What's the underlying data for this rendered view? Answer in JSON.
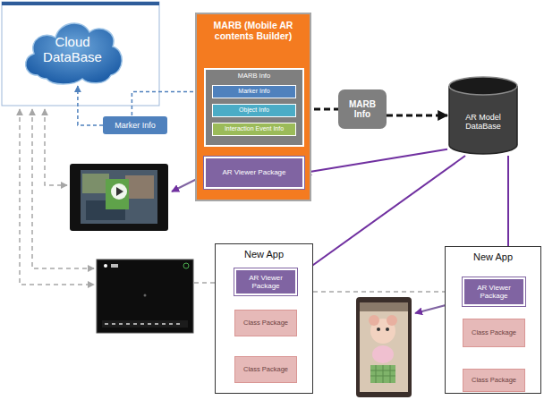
{
  "diagram": {
    "nodes": [
      {
        "text": [
          "Cloud DataBase"
        ]
      },
      {
        "text": [
          "MARB (Mobile AR contents Builder)"
        ]
      },
      {
        "text": [
          "MARB Info"
        ],
        "in": 1
      },
      {
        "text": [
          "Marker Info"
        ],
        "in": 2
      },
      {
        "text": [
          "Object Info"
        ],
        "in": 2
      },
      {
        "text": [
          "Interaction Event Info"
        ],
        "in": 2
      },
      {
        "text": [
          "AR Viewer Package"
        ],
        "in": 1
      },
      {
        "text": [
          "Marker Info"
        ]
      },
      {
        "text": [
          "MARB Info"
        ]
      },
      {
        "text": [
          "AR Model DataBase"
        ]
      },
      {
        "text": [
          "New App"
        ]
      },
      {
        "text": [
          "AR Viewer Package"
        ],
        "in": 10
      },
      {
        "text": [
          "Class Package"
        ],
        "in": 10
      },
      {
        "text": [
          "Class Package"
        ],
        "in": 10
      },
      {
        "text": [
          "New App"
        ]
      },
      {
        "text": [
          "AR Viewer Package"
        ],
        "in": 14
      },
      {
        "text": [
          "Class Package"
        ],
        "in": 14
      },
      {
        "text": [
          "Class Package"
        ],
        "in": 14
      }
    ],
    "edges": [
      {
        "from": 3,
        "to": 7,
        "arrow": "none"
      },
      {
        "from": 7,
        "to": 0,
        "arrow": "to"
      },
      {
        "from": 2,
        "to": 8,
        "arrow": "none"
      },
      {
        "from": 8,
        "to": 9,
        "arrow": "to"
      },
      {
        "from": 9,
        "to": 6,
        "arrow": "to"
      },
      {
        "from": 9,
        "to": 11,
        "arrow": "to"
      },
      {
        "from": 9,
        "to": 15,
        "arrow": "to"
      },
      {
        "from": 11,
        "to": 15,
        "arrow": "to"
      }
    ]
  }
}
